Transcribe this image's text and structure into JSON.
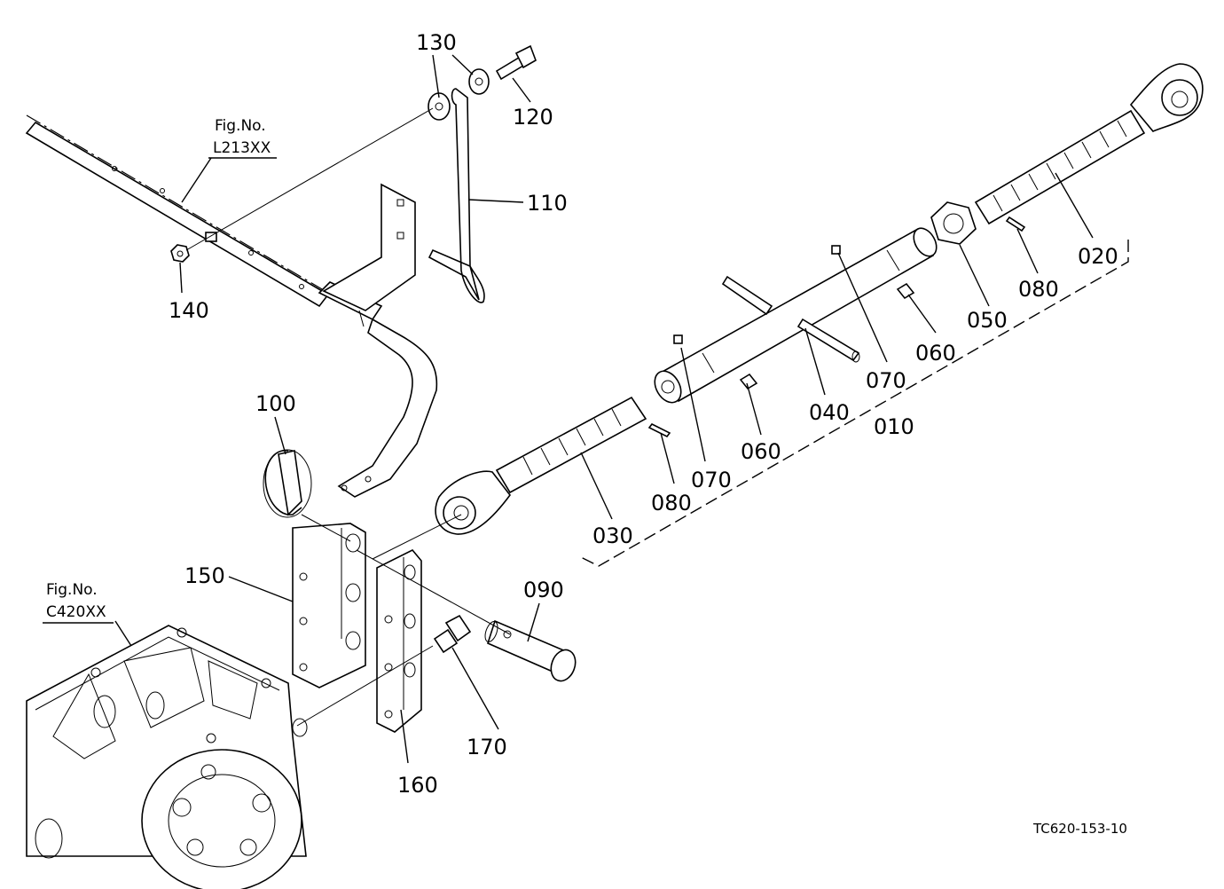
{
  "references": [
    {
      "id": "ref-l213",
      "prefix": "Fig.No.",
      "code": "L213XX"
    },
    {
      "id": "ref-c420",
      "prefix": "Fig.No.",
      "code": "C420XX"
    }
  ],
  "callouts": [
    {
      "id": "130",
      "label": "130"
    },
    {
      "id": "120",
      "label": "120"
    },
    {
      "id": "110",
      "label": "110"
    },
    {
      "id": "140",
      "label": "140"
    },
    {
      "id": "100",
      "label": "100"
    },
    {
      "id": "150",
      "label": "150"
    },
    {
      "id": "160",
      "label": "160"
    },
    {
      "id": "170",
      "label": "170"
    },
    {
      "id": "090",
      "label": "090"
    },
    {
      "id": "030",
      "label": "030"
    },
    {
      "id": "080a",
      "label": "080"
    },
    {
      "id": "070a",
      "label": "070"
    },
    {
      "id": "060a",
      "label": "060"
    },
    {
      "id": "040",
      "label": "040"
    },
    {
      "id": "010",
      "label": "010"
    },
    {
      "id": "070b",
      "label": "070"
    },
    {
      "id": "060b",
      "label": "060"
    },
    {
      "id": "050",
      "label": "050"
    },
    {
      "id": "080b",
      "label": "080"
    },
    {
      "id": "020",
      "label": "020"
    }
  ],
  "drawing_code": "TC620-153-10"
}
